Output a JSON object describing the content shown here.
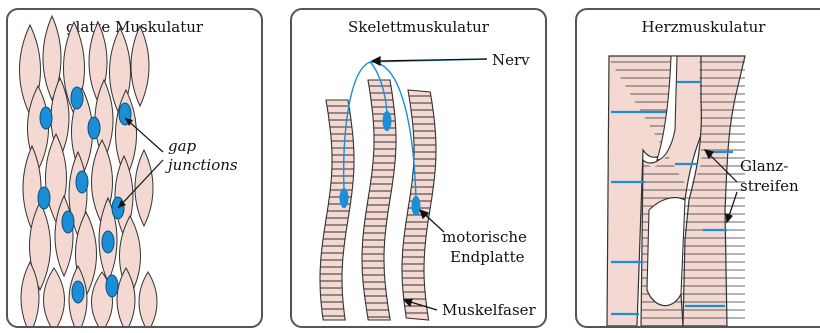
{
  "panels": {
    "smooth": {
      "title": "glatte Muskulatur",
      "annotation_line1": "gap",
      "annotation_line2": "junctions"
    },
    "skeletal": {
      "title": "Skelettmuskulatur",
      "nerve_label": "Nerv",
      "endplate_line1": "motorische",
      "endplate_line2": "Endplatte",
      "fiber_label": "Muskelfaser"
    },
    "cardiac": {
      "title": "Herzmuskulatur",
      "disc_line1": "Glanz-",
      "disc_line2": "streifen"
    }
  },
  "colors": {
    "cell_fill": "#f3d9d2",
    "nucleus": "#1a8fd8",
    "nerve": "#1a8fd8",
    "outline": "#333333",
    "panel_border": "#555555"
  }
}
